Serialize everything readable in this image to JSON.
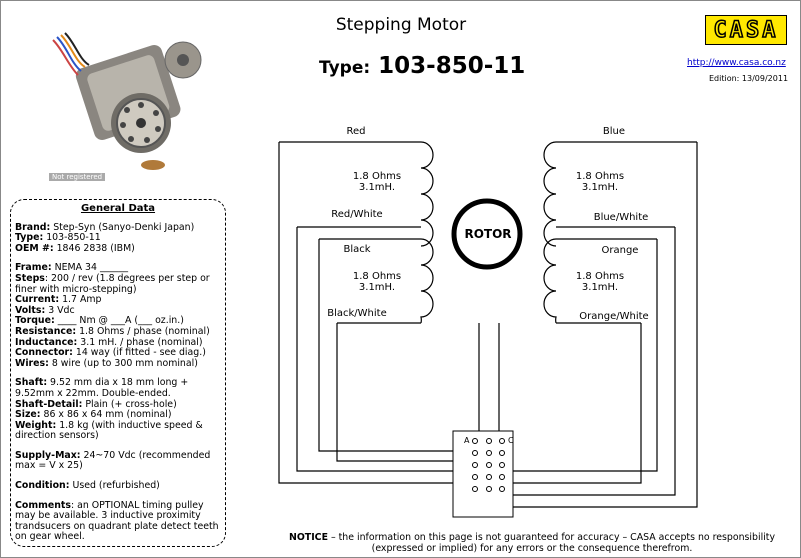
{
  "header": {
    "title": "Stepping Motor",
    "type_prefix": "Type:",
    "type_value": "103-850-11",
    "logo_text": "CASA",
    "link": "http://www.casa.co.nz",
    "edition": "Edition: 13/09/2011"
  },
  "photo": {
    "note": "Not registered"
  },
  "general": {
    "title": "General Data",
    "brand": {
      "label": "Brand:",
      "value": "Step-Syn (Sanyo-Denki  Japan)"
    },
    "type": {
      "label": "Type:",
      "value": "103-850-11"
    },
    "oem": {
      "label": "OEM #:",
      "value": "1846 2838 (IBM)"
    },
    "frame": {
      "label": "Frame:",
      "value": "NEMA 34 ______"
    },
    "steps": {
      "label": "Steps",
      "value": ":  200 / rev (1.8 degrees per step or finer with micro-stepping)"
    },
    "current": {
      "label": "Current:",
      "value": "1.7  Amp"
    },
    "volts": {
      "label": "Volts:",
      "value": "3 Vdc"
    },
    "torque": {
      "label": "Torque:",
      "value": "  ____ Nm @ ___A (___ oz.in.)"
    },
    "resistance": {
      "label": "Resistance:",
      "value": "1.8 Ohms / phase (nominal)"
    },
    "inductance": {
      "label": "Inductance:",
      "value": "3.1 mH. / phase (nominal)"
    },
    "connector": {
      "label": "Connector:",
      "value": " 14 way (if fitted - see diag.)"
    },
    "wires": {
      "label": "Wires:",
      "value": "8 wire (up to 300 mm nominal)"
    },
    "shaft": {
      "label": "Shaft:",
      "value": "9.52 mm dia x 18 mm long + 9.52mm x 22mm. Double-ended."
    },
    "shaft_detail": {
      "label": "Shaft-Detail:",
      "value": "Plain (+ cross-hole)"
    },
    "size": {
      "label": "Size:",
      "value": "86 x 86 x 64 mm (nominal)"
    },
    "weight": {
      "label": "Weight:",
      "value": "1.8 kg (with inductive speed & direction sensors)"
    },
    "supply": {
      "label": "Supply-Max:",
      "value": "24~70 Vdc (recommended max = V x 25)"
    },
    "condition": {
      "label": "Condition:",
      "value": "Used  (refurbished)"
    },
    "comments": {
      "label": "Comments",
      "value": ": an OPTIONAL timing pulley may be available. 3 inductive proximity trandsucers on quadrant plate detect teeth on gear wheel."
    }
  },
  "diagram": {
    "rotor": "ROTOR",
    "coils": [
      {
        "top": "Red",
        "bottom": "Red/White",
        "ohms": "1.8 Ohms",
        "mh": "3.1mH."
      },
      {
        "top": "Blue",
        "bottom": "Blue/White",
        "ohms": "1.8 Ohms",
        "mh": "3.1mH."
      },
      {
        "top": "Black",
        "bottom": "Black/White",
        "ohms": "1.8 Ohms",
        "mh": "3.1mH."
      },
      {
        "top": "Orange",
        "bottom": "Orange/White",
        "ohms": "1.8 Ohms",
        "mh": "3.1mH."
      }
    ],
    "connector_a": "A",
    "connector_c": "C"
  },
  "notice": {
    "label": "NOTICE",
    "text": " – the information on this page is not guaranteed for accuracy – CASA accepts no responsibility (expressed or implied) for any errors or the consequence therefrom."
  }
}
